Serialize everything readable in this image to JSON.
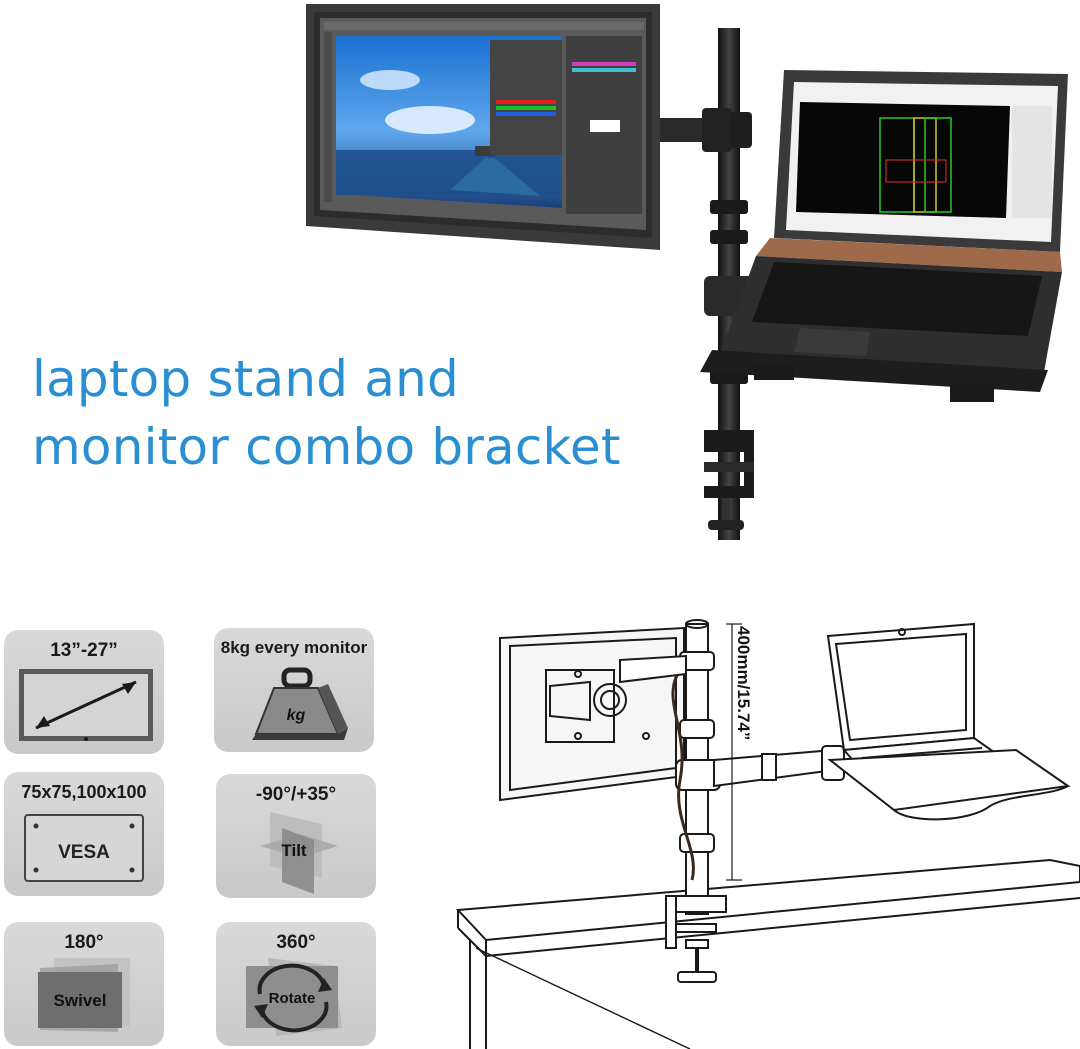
{
  "headline": {
    "line1": "laptop stand and",
    "line2": "monitor combo bracket"
  },
  "colors": {
    "headline": "#2a8fd2",
    "tile_bg": "#d3d3d3",
    "pole": "#2b2b2b"
  },
  "specs": [
    {
      "label": "13”-27”",
      "icon": "screen-size-icon"
    },
    {
      "label": "8kg every monitor",
      "icon": "weight-kg-icon",
      "icon_text": "kg"
    },
    {
      "label": "75x75,100x100",
      "icon": "vesa-plate-icon",
      "icon_text": "VESA"
    },
    {
      "label": "-90°/+35°",
      "icon": "tilt-icon",
      "icon_text": "Tilt"
    },
    {
      "label": "180°",
      "icon": "swivel-icon",
      "icon_text": "Swivel"
    },
    {
      "label": "360°",
      "icon": "rotate-icon",
      "icon_text": "Rotate"
    }
  ],
  "diagram": {
    "height_label": "400mm/15.74”"
  }
}
